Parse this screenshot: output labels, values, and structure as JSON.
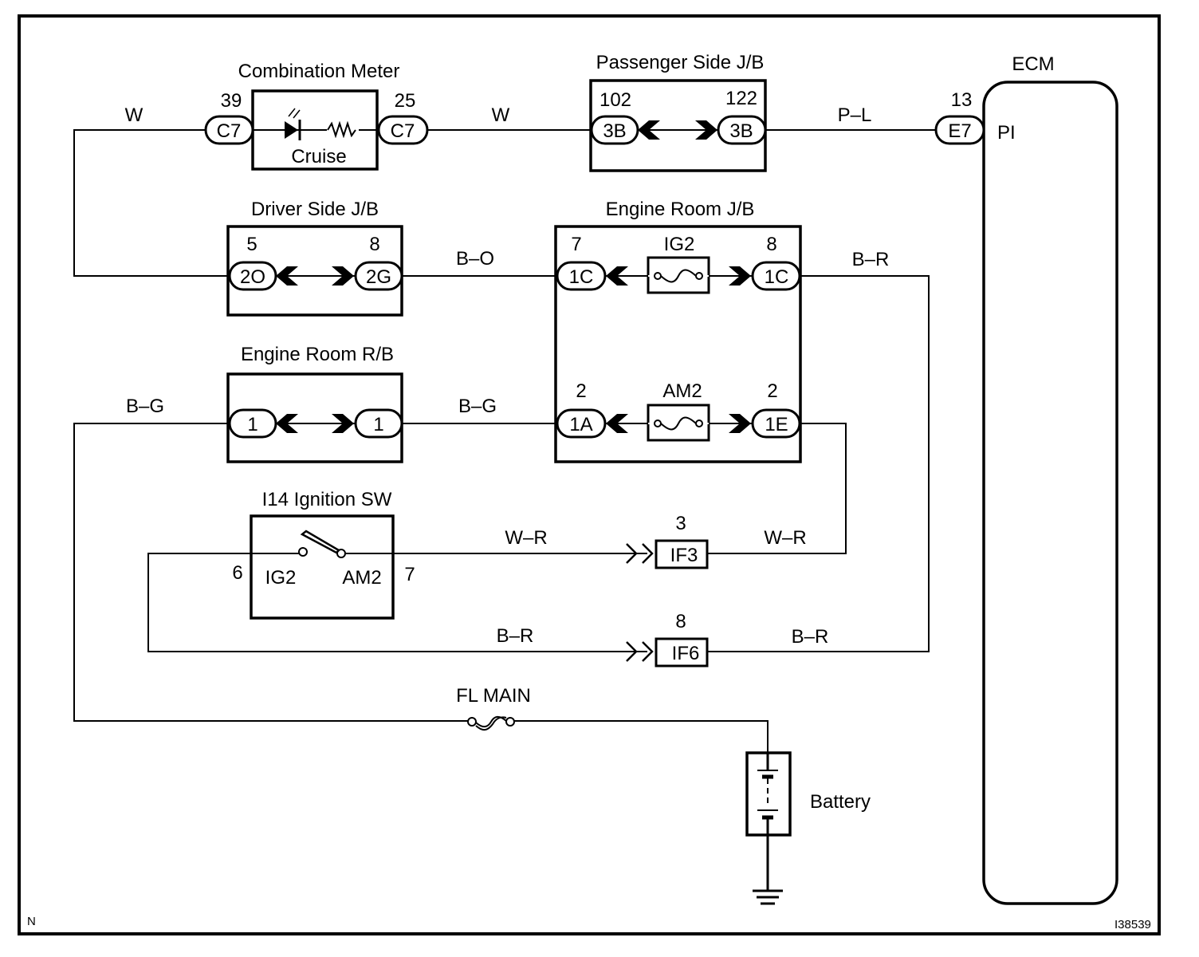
{
  "diagram": {
    "corner_label": "N",
    "figure_id": "I38539",
    "components": {
      "combination_meter": {
        "title": "Combination Meter",
        "inner_label": "Cruise",
        "left_pin": "39",
        "left_connector": "C7",
        "right_pin": "25",
        "right_connector": "C7"
      },
      "passenger_jb": {
        "title": "Passenger Side J/B",
        "left_pin": "102",
        "left_connector": "3B",
        "right_pin": "122",
        "right_connector": "3B"
      },
      "ecm": {
        "title": "ECM",
        "pin": "13",
        "connector": "E7",
        "terminal": "PI"
      },
      "driver_jb": {
        "title": "Driver Side J/B",
        "left_pin": "5",
        "left_connector": "2O",
        "right_pin": "8",
        "right_connector": "2G"
      },
      "engine_room_jb": {
        "title": "Engine Room J/B",
        "ig2": {
          "fuse": "IG2",
          "left_pin": "7",
          "left_connector": "1C",
          "right_pin": "8",
          "right_connector": "1C"
        },
        "am2": {
          "fuse": "AM2",
          "left_pin": "2",
          "left_connector": "1A",
          "right_pin": "2",
          "right_connector": "1E"
        }
      },
      "engine_room_rb": {
        "title": "Engine Room R/B",
        "left_connector": "1",
        "right_connector": "1"
      },
      "ignition_sw": {
        "title": "I14 Ignition SW",
        "left_terminal": "IG2",
        "right_terminal": "AM2",
        "left_pin": "6",
        "right_pin": "7"
      },
      "if3": {
        "label": "IF3",
        "pin": "3"
      },
      "if6": {
        "label": "IF6",
        "pin": "8"
      },
      "fl_main": {
        "label": "FL MAIN"
      },
      "battery": {
        "label": "Battery"
      }
    },
    "wires": {
      "w_left": "W",
      "w_mid": "W",
      "p_l": "P–L",
      "b_o": "B–O",
      "b_r_top": "B–R",
      "b_g_left": "B–G",
      "b_g_mid": "B–G",
      "w_r_left": "W–R",
      "w_r_right": "W–R",
      "b_r_bottom_left": "B–R",
      "b_r_bottom_right": "B–R"
    }
  }
}
